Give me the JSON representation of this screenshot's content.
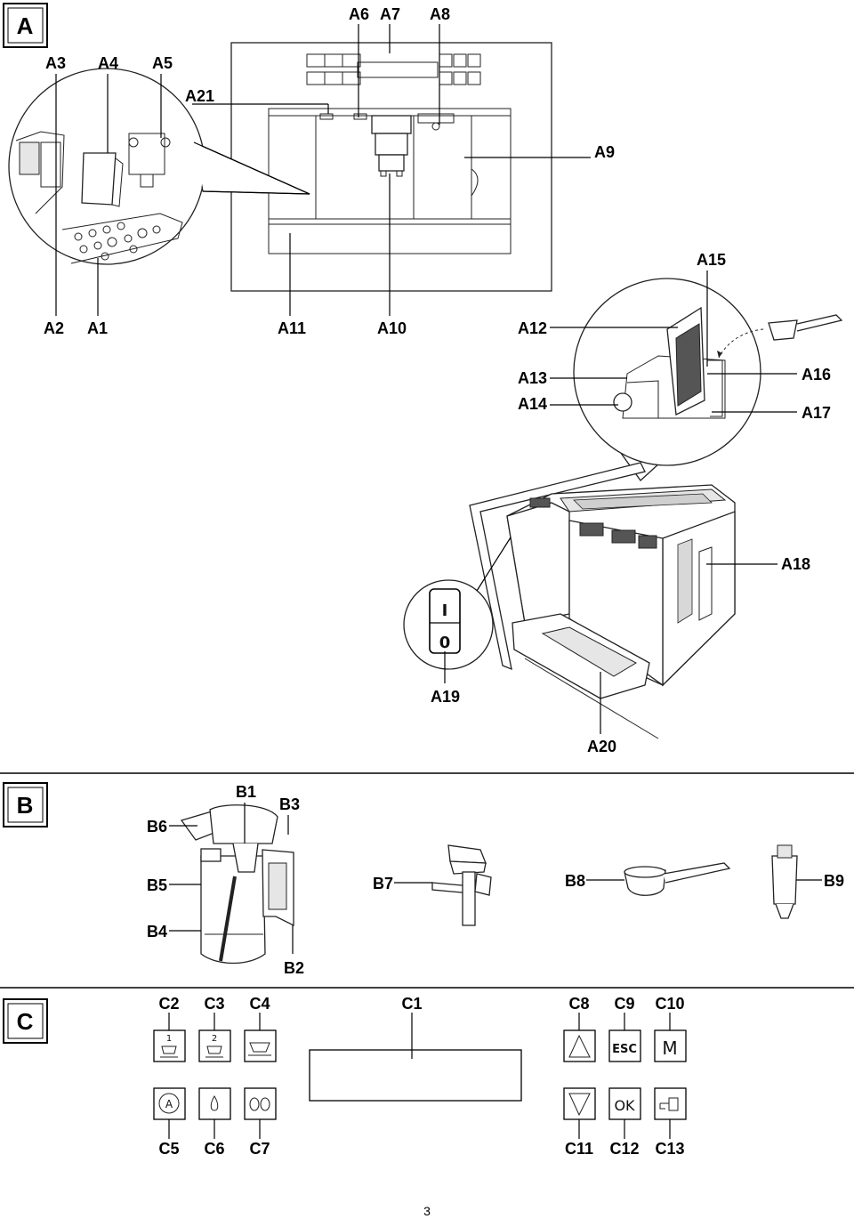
{
  "sections": {
    "a": "A",
    "b": "B",
    "c": "C"
  },
  "labels": {
    "A1": "A1",
    "A2": "A2",
    "A3": "A3",
    "A4": "A4",
    "A5": "A5",
    "A6": "A6",
    "A7": "A7",
    "A8": "A8",
    "A9": "A9",
    "A10": "A10",
    "A11": "A11",
    "A12": "A12",
    "A13": "A13",
    "A14": "A14",
    "A15": "A15",
    "A16": "A16",
    "A17": "A17",
    "A18": "A18",
    "A19": "A19",
    "A20": "A20",
    "A21": "A21",
    "B1": "B1",
    "B2": "B2",
    "B3": "B3",
    "B4": "B4",
    "B5": "B5",
    "B6": "B6",
    "B7": "B7",
    "B8": "B8",
    "B9": "B9",
    "C1": "C1",
    "C2": "C2",
    "C3": "C3",
    "C4": "C4",
    "C5": "C5",
    "C6": "C6",
    "C7": "C7",
    "C8": "C8",
    "C9": "C9",
    "C10": "C10",
    "C11": "C11",
    "C12": "C12",
    "C13": "C13"
  },
  "switch": {
    "on": "I",
    "off": "0"
  },
  "panel_keys": {
    "one": "1",
    "two": "2",
    "esc": "ESC",
    "ok": "OK",
    "auto": "A",
    "m": "M"
  },
  "page_number": "3"
}
